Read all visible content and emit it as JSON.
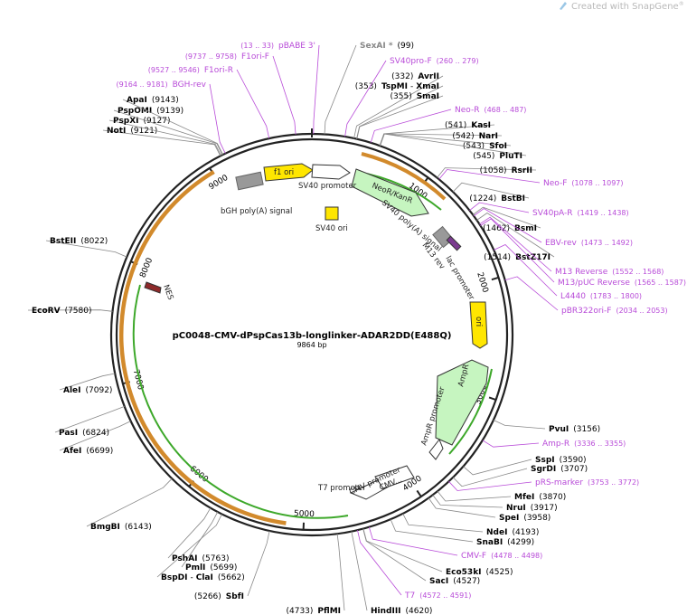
{
  "watermark": {
    "text": "Created with SnapGene",
    "registered": "®"
  },
  "plasmid": {
    "name": "pC0048-CMV-dPspCas13b-longlinker-ADAR2DD(E488Q)",
    "length_label": "9864 bp"
  },
  "ticks": [
    "1000",
    "2000",
    "3000",
    "4000",
    "5000",
    "6000",
    "7000",
    "8000",
    "9000"
  ],
  "colors": {
    "backbone": "#222222",
    "primer": "#b84bd8",
    "orf_orange": "#d28a2c",
    "orf_green": "#3da82a",
    "yellow": "#ffe600",
    "neo_green": "#c6f5c0",
    "gray": "#999999"
  },
  "sites": [
    {
      "name": "AvrII",
      "pos": "(332)"
    },
    {
      "name": "TspMI",
      "sep": "-",
      "name2": "XmaI",
      "pos": "(353)"
    },
    {
      "name": "SmaI",
      "pos": "(355)"
    },
    {
      "name": "KasI",
      "pos": "(541)"
    },
    {
      "name": "NarI",
      "pos": "(542)"
    },
    {
      "name": "SfoI",
      "pos": "(543)"
    },
    {
      "name": "PluTI",
      "pos": "(545)"
    },
    {
      "name": "RsrII",
      "pos": "(1058)"
    },
    {
      "name": "BstBI",
      "pos": "(1224)"
    },
    {
      "name": "BsmI",
      "pos": "(1462)"
    },
    {
      "name": "BstZ17I",
      "pos": "(1514)"
    },
    {
      "name": "PvuI",
      "pos": "(3156)"
    },
    {
      "name": "SspI",
      "pos": "(3590)"
    },
    {
      "name": "SgrDI",
      "pos": "(3707)"
    },
    {
      "name": "MfeI",
      "pos": "(3870)"
    },
    {
      "name": "NruI",
      "pos": "(3917)"
    },
    {
      "name": "SpeI",
      "pos": "(3958)"
    },
    {
      "name": "NdeI",
      "pos": "(4193)"
    },
    {
      "name": "SnaBI",
      "pos": "(4299)"
    },
    {
      "name": "Eco53kI",
      "pos": "(4525)"
    },
    {
      "name": "SacI",
      "pos": "(4527)"
    },
    {
      "name": "HindIII",
      "pos": "(4620)"
    },
    {
      "name": "PflMI",
      "pos": "(4733)"
    },
    {
      "name": "SbfI",
      "pos": "(5266)"
    },
    {
      "name": "BspDI",
      "sep": "-",
      "name2": "ClaI",
      "pos": "(5662)"
    },
    {
      "name": "PmlI",
      "pos": "(5699)"
    },
    {
      "name": "PshAI",
      "pos": "(5763)"
    },
    {
      "name": "BmgBI",
      "pos": "(6143)"
    },
    {
      "name": "AfeI",
      "pos": "(6699)"
    },
    {
      "name": "PasI",
      "pos": "(6824)"
    },
    {
      "name": "AleI",
      "pos": "(7092)"
    },
    {
      "name": "EcoRV",
      "pos": "(7580)"
    },
    {
      "name": "BstEII",
      "pos": "(8022)"
    },
    {
      "name": "NotI",
      "pos": "(9121)"
    },
    {
      "name": "PspXI",
      "pos": "(9127)"
    },
    {
      "name": "PspOMI",
      "pos": "(9139)"
    },
    {
      "name": "ApaI",
      "pos": "(9143)"
    },
    {
      "name": "SexAI *",
      "pos": "(99)"
    }
  ],
  "primers": [
    {
      "name": "SV40pro-F",
      "range": "(260 .. 279)"
    },
    {
      "name": "Neo-R",
      "range": "(468 .. 487)"
    },
    {
      "name": "Neo-F",
      "range": "(1078 .. 1097)"
    },
    {
      "name": "SV40pA-R",
      "range": "(1419 .. 1438)"
    },
    {
      "name": "EBV-rev",
      "range": "(1473 .. 1492)"
    },
    {
      "name": "M13 Reverse",
      "range": "(1552 .. 1568)"
    },
    {
      "name": "M13/pUC Reverse",
      "range": "(1565 .. 1587)"
    },
    {
      "name": "L4440",
      "range": "(1783 .. 1800)"
    },
    {
      "name": "pBR322ori-F",
      "range": "(2034 .. 2053)"
    },
    {
      "name": "Amp-R",
      "range": "(3336 .. 3355)"
    },
    {
      "name": "pRS-marker",
      "range": "(3753 .. 3772)"
    },
    {
      "name": "CMV-F",
      "range": "(4478 .. 4498)"
    },
    {
      "name": "T7",
      "range": "(4572 .. 4591)"
    },
    {
      "name": "pBABE 3'",
      "range": "(13 .. 33)"
    },
    {
      "name": "F1ori-F",
      "range": "(9737 .. 9758)"
    },
    {
      "name": "F1ori-R",
      "range": "(9527 .. 9546)"
    },
    {
      "name": "BGH-rev",
      "range": "(9164 .. 9181)"
    }
  ],
  "features": {
    "f1_ori": "f1 ori",
    "bgh_polya": "bGH poly(A) signal",
    "sv40_promoter": "SV40 promoter",
    "sv40_ori": "SV40 ori",
    "neokanr": "NeoR/KanR",
    "sv40_polya": "SV40 poly(A) signal",
    "m13_rev": "M13 rev",
    "lac_promoter": "lac promoter",
    "ori": "ori",
    "ampr": "AmpR",
    "ampr_promoter": "AmpR promoter",
    "t7_promoter": "T7 promoter",
    "cmv_promoter": "CMV promoter",
    "cmv_enh": "CMV...",
    "nes": "NES"
  }
}
